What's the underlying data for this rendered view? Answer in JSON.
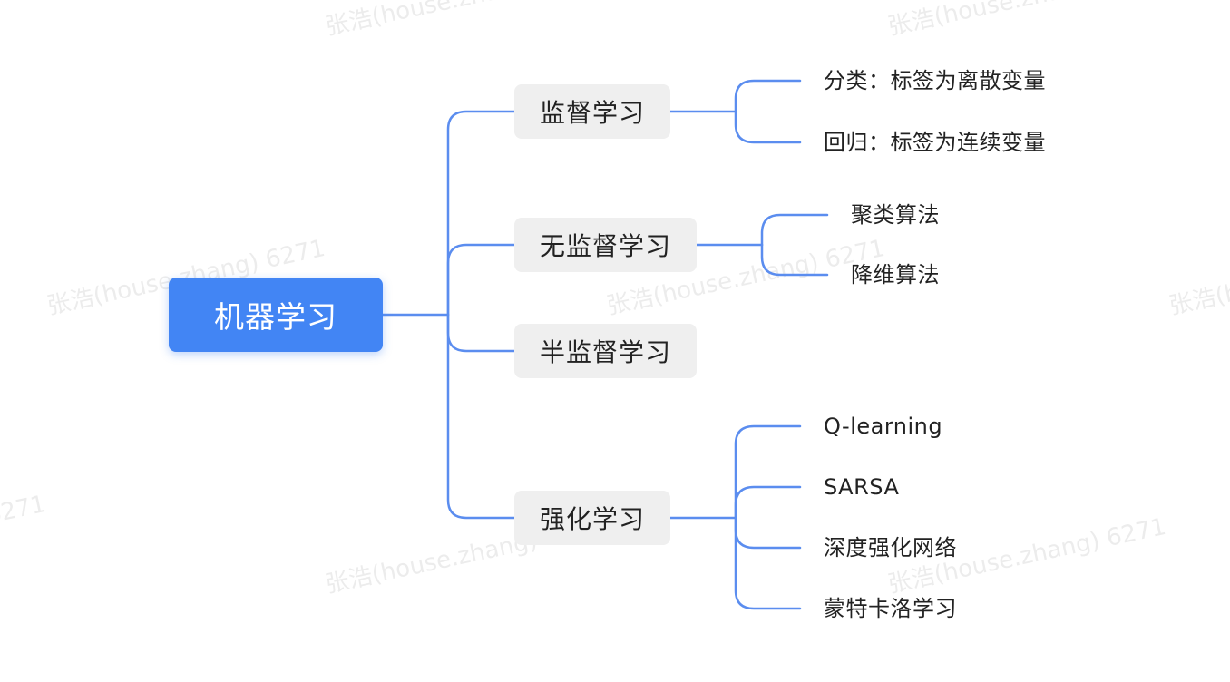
{
  "root": {
    "label": "机器学习"
  },
  "branches": [
    {
      "label": "监督学习",
      "children": [
        "分类：标签为离散变量",
        "回归：标签为连续变量"
      ]
    },
    {
      "label": "无监督学习",
      "children": [
        "聚类算法",
        "降维算法"
      ]
    },
    {
      "label": "半监督学习",
      "children": []
    },
    {
      "label": "强化学习",
      "children": [
        "Q-learning",
        "SARSA",
        "深度强化网络",
        "蒙特卡洛学习"
      ]
    }
  ],
  "watermark": {
    "text": "张浩(house.zhang) 6271"
  },
  "colors": {
    "root_bg": "#4285f4",
    "connector": "#5b8def",
    "branch_bg": "#efefef",
    "text": "#222222"
  }
}
